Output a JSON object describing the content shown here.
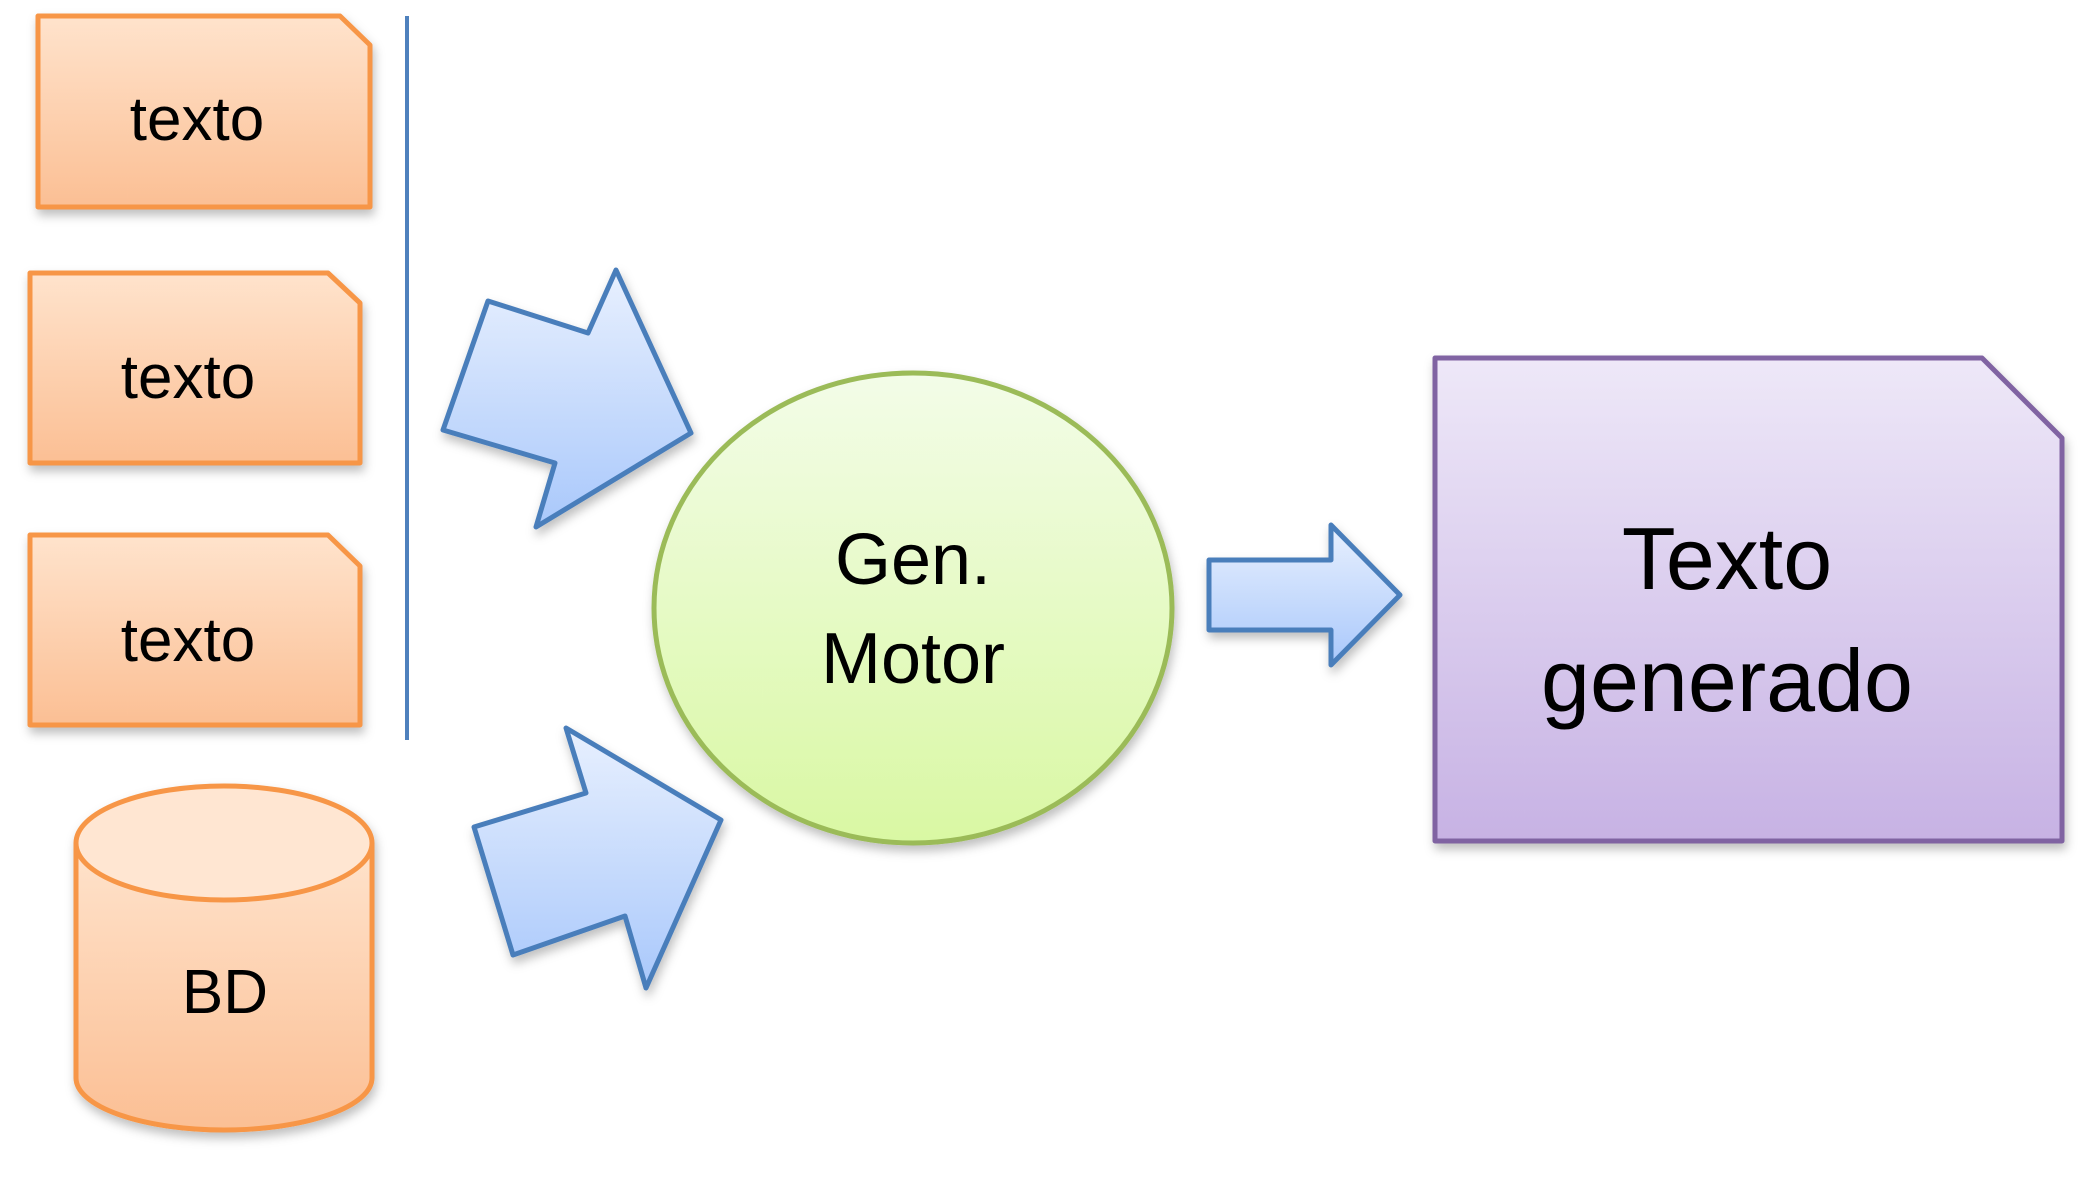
{
  "inputs": {
    "documents": [
      {
        "label": "texto"
      },
      {
        "label": "texto"
      },
      {
        "label": "texto"
      }
    ],
    "database": {
      "label": "BD"
    }
  },
  "engine": {
    "line1": "Gen.",
    "line2": "Motor"
  },
  "output": {
    "line1": "Texto",
    "line2": "generado"
  },
  "colors": {
    "orange_fill_top": "#FFE3CC",
    "orange_fill_bottom": "#FBBF94",
    "orange_stroke": "#F79646",
    "arrow_fill_top": "#E8F0FE",
    "arrow_fill_bottom": "#A9C8FB",
    "arrow_stroke": "#4A7EBB",
    "green_fill_top": "#F3FCE8",
    "green_fill_bottom": "#D9F8A3",
    "green_stroke": "#9BBB59",
    "purple_fill_top": "#EEE8F8",
    "purple_fill_bottom": "#C7B2E4",
    "purple_stroke": "#8064A2",
    "divider": "#4F81BD"
  }
}
